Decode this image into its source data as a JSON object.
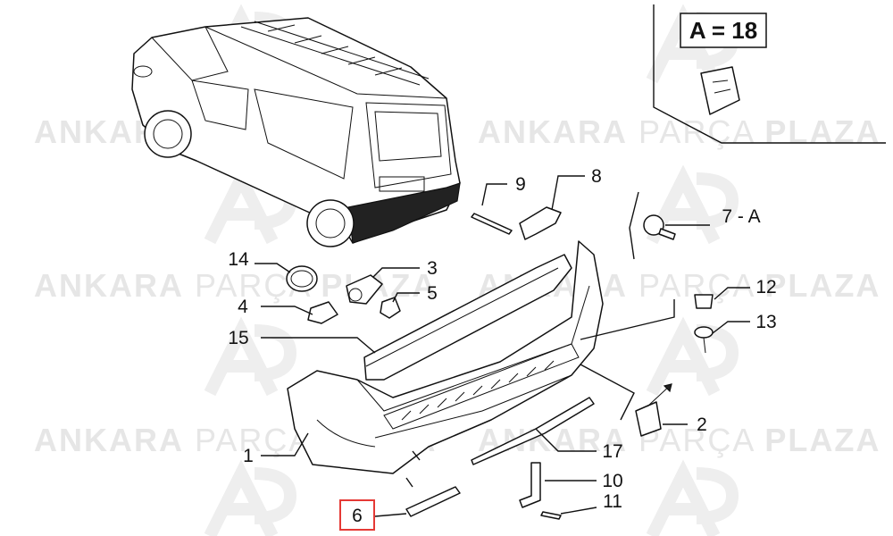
{
  "watermark": {
    "brand_bold_1": "ANKARA",
    "brand_light": "PARÇA",
    "brand_bold_2": "PLAZA"
  },
  "inset": {
    "label": "A = 18"
  },
  "callouts": {
    "c1": "1",
    "c2": "2",
    "c3": "3",
    "c4": "4",
    "c5": "5",
    "c6": "6",
    "c7a": "7 - A",
    "c8": "8",
    "c9": "9",
    "c10": "10",
    "c11": "11",
    "c12": "12",
    "c13": "13",
    "c14": "14",
    "c15": "15",
    "c17": "17"
  },
  "highlight": {
    "color": "#e53935",
    "callout": "6"
  }
}
